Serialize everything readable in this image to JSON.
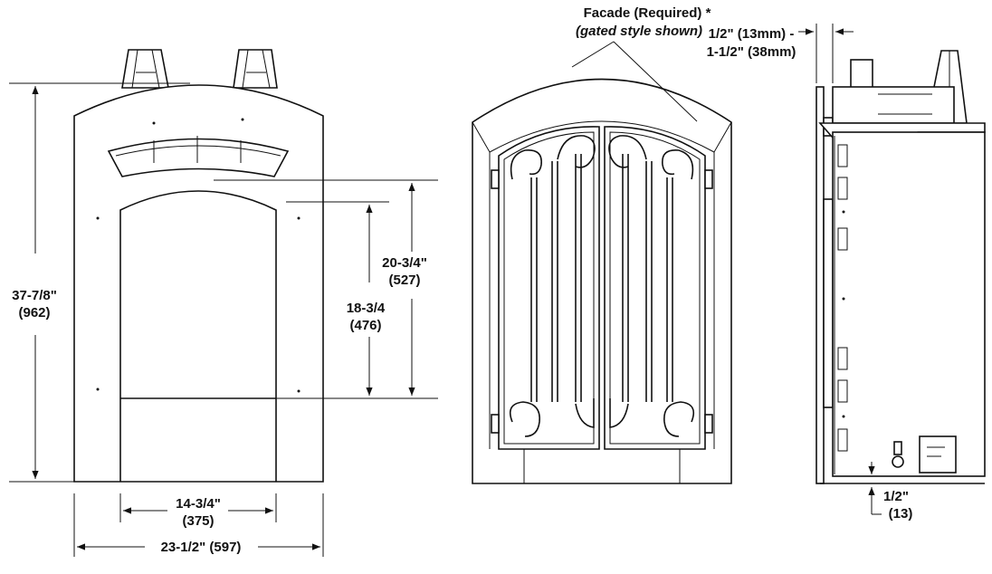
{
  "front_view": {
    "height_label": "37-7/8\"",
    "height_metric": "(962)",
    "opening_height_outer": "20-3/4\"",
    "opening_height_outer_metric": "(527)",
    "opening_height_inner": "18-3/4",
    "opening_height_inner_metric": "(476)",
    "opening_width": "14-3/4\"",
    "opening_width_metric": "(375)",
    "overall_width": "23-1/2\" (597)"
  },
  "facade_view": {
    "title": "Facade (Required) *",
    "subtitle": "(gated style shown)"
  },
  "side_view": {
    "offset_label_line1": "1/2\" (13mm) -",
    "offset_label_line2": "1-1/2\" (38mm)",
    "bottom_label": "1/2\"",
    "bottom_metric": "(13)"
  }
}
